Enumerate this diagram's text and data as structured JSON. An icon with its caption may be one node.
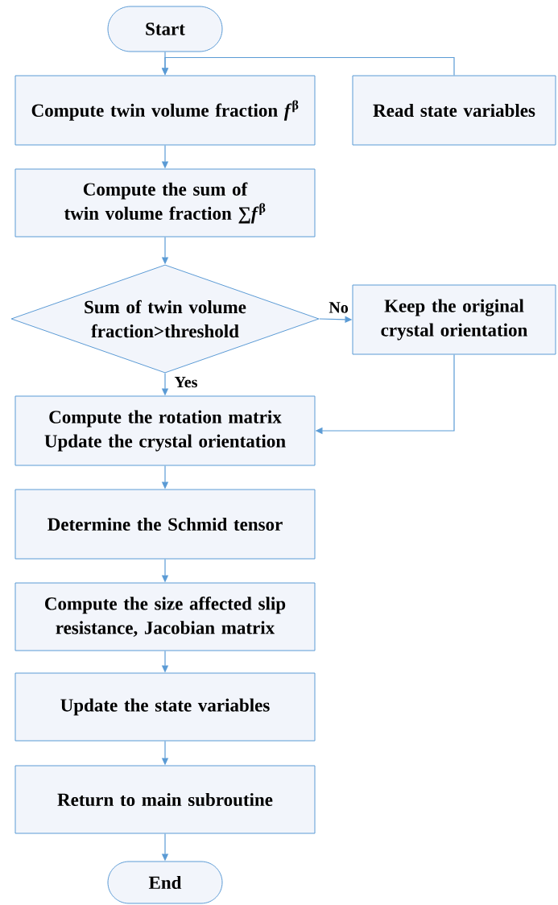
{
  "diagram": {
    "nodes": [
      {
        "text": [
          "Start"
        ]
      },
      {
        "text": [
          "Compute twin volume fraction *f*$^{β}$"
        ]
      },
      {
        "text": [
          "Read state variables"
        ]
      },
      {
        "text": [
          "Compute the sum of twin volume fraction ∑*f*$^{β}$"
        ]
      },
      {
        "text": [
          "Sum of twin volume fraction>threshold"
        ]
      },
      {
        "text": [
          "Keep the original crystal orientation"
        ]
      },
      {
        "text": [
          "Compute the rotation matrix Update the crystal orientation"
        ]
      },
      {
        "text": [
          "Determine the Schmid tensor"
        ]
      },
      {
        "text": [
          "Compute the size affected slip resistance, Jacobian matrix"
        ]
      },
      {
        "text": [
          "Update the state variables"
        ]
      },
      {
        "text": [
          "Return to main subroutine"
        ]
      },
      {
        "text": [
          "End"
        ]
      }
    ],
    "edges": [
      {
        "from": 0,
        "to": 1,
        "arrow": "to"
      },
      {
        "from": 2,
        "to": 1,
        "arrow": "to"
      },
      {
        "from": 1,
        "to": 3,
        "arrow": "to"
      },
      {
        "from": 3,
        "to": 4,
        "arrow": "to"
      },
      {
        "from": 4,
        "to": 5,
        "arrow": "to",
        "label": "No"
      },
      {
        "from": 4,
        "to": 6,
        "arrow": "to",
        "label": "Yes"
      },
      {
        "from": 5,
        "to": 6,
        "arrow": "to"
      },
      {
        "from": 6,
        "to": 7,
        "arrow": "to"
      },
      {
        "from": 7,
        "to": 8,
        "arrow": "to"
      },
      {
        "from": 8,
        "to": 9,
        "arrow": "to"
      },
      {
        "from": 9,
        "to": 10,
        "arrow": "to"
      },
      {
        "from": 10,
        "to": 11,
        "arrow": "to"
      }
    ]
  }
}
